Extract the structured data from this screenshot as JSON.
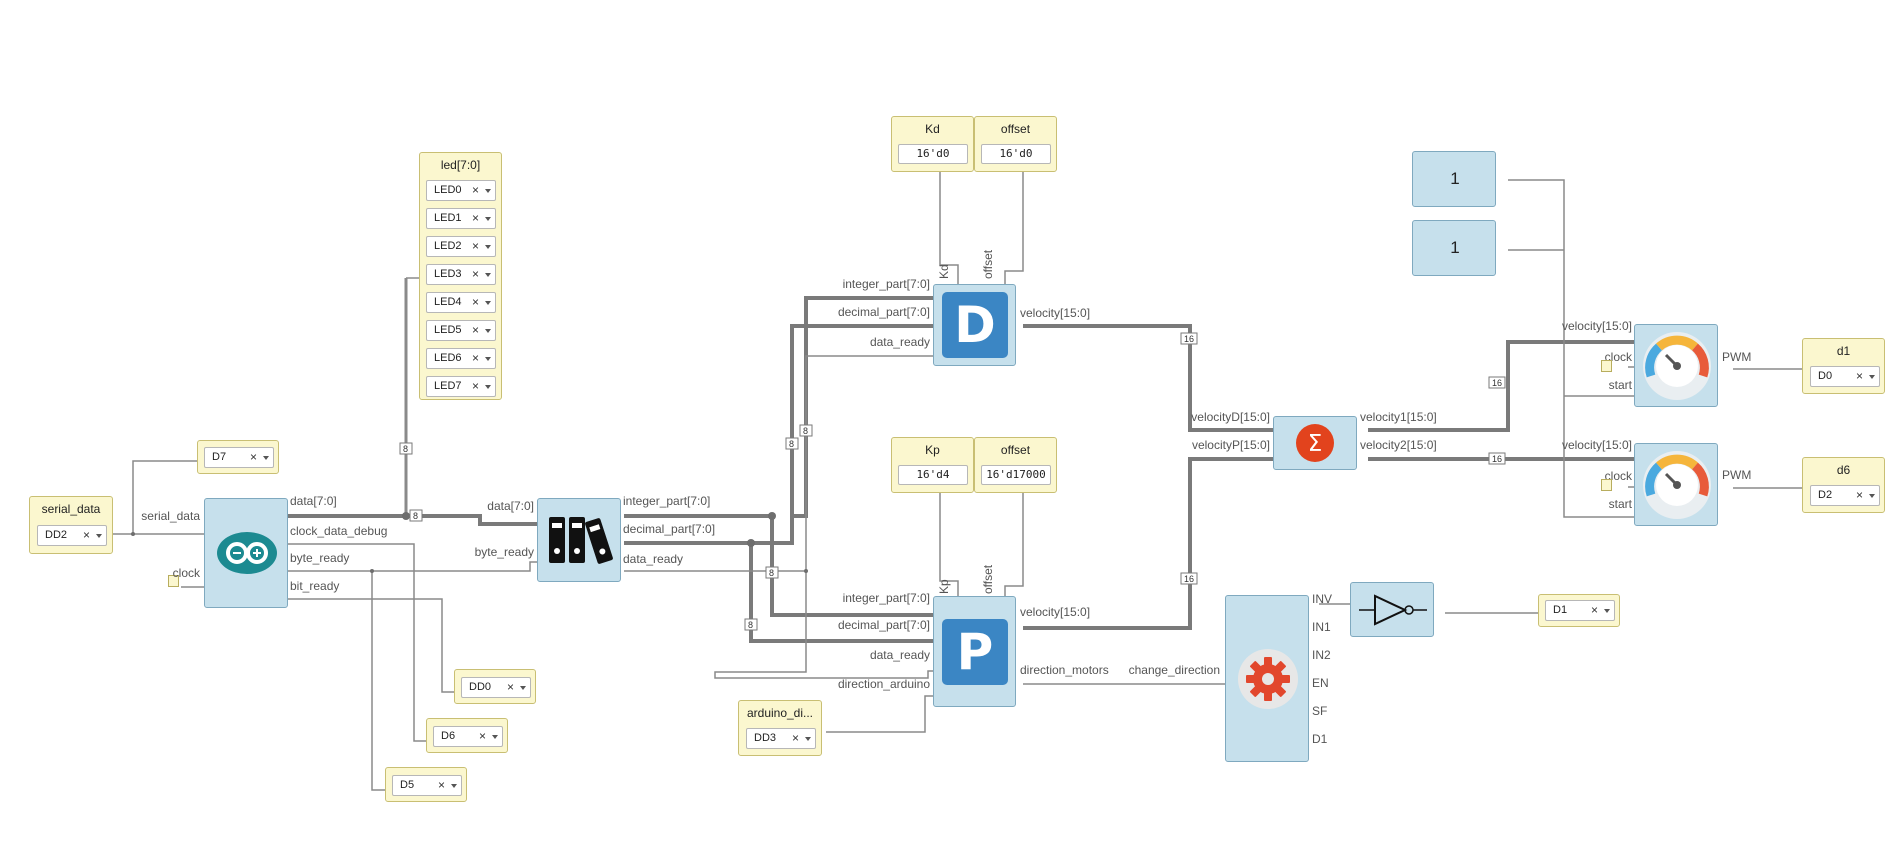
{
  "io": {
    "serial_data": {
      "title": "serial_data",
      "value": "DD2"
    },
    "d7": {
      "value": "D7"
    },
    "dd0": {
      "value": "DD0"
    },
    "d6_out": {
      "value": "D6"
    },
    "d5": {
      "value": "D5"
    },
    "led": {
      "title": "led[7:0]",
      "items": [
        "LED0",
        "LED1",
        "LED2",
        "LED3",
        "LED4",
        "LED5",
        "LED6",
        "LED7"
      ]
    },
    "arduino_dir": {
      "title": "arduino_di...",
      "value": "DD3"
    },
    "d1_out": {
      "value": "D1"
    },
    "pwm1": {
      "title": "d1",
      "value": "D0"
    },
    "pwm2": {
      "title": "d6",
      "value": "D2"
    }
  },
  "constants": {
    "kd": {
      "title": "Kd",
      "value": "16'd0"
    },
    "offset_d": {
      "title": "offset",
      "value": "16'd0"
    },
    "kp": {
      "title": "Kp",
      "value": "16'd4"
    },
    "offset_p": {
      "title": "offset",
      "value": "16'd17000"
    },
    "one_a": "1",
    "one_b": "1"
  },
  "blocks": {
    "arduino": {
      "ports_left": [
        "serial_data",
        "clock"
      ],
      "ports_right": [
        "data[7:0]",
        "clock_data_debug",
        "byte_ready",
        "bit_ready"
      ]
    },
    "splitter": {
      "ports_left": [
        "data[7:0]",
        "byte_ready"
      ],
      "ports_right": [
        "integer_part[7:0]",
        "decimal_part[7:0]",
        "data_ready"
      ]
    },
    "d_block": {
      "letter": "D",
      "ports_left": [
        "integer_part[7:0]",
        "decimal_part[7:0]",
        "data_ready"
      ],
      "ports_top": [
        "Kd",
        "offset"
      ],
      "ports_right": [
        "velocity[15:0]"
      ]
    },
    "p_block": {
      "letter": "P",
      "ports_left": [
        "integer_part[7:0]",
        "decimal_part[7:0]",
        "data_ready",
        "direction_arduino"
      ],
      "ports_top": [
        "Kp",
        "offset"
      ],
      "ports_right": [
        "velocity[15:0]",
        "direction_motors"
      ]
    },
    "sum": {
      "symbol": "Σ",
      "ports_left": [
        "velocityD[15:0]",
        "velocityP[15:0]"
      ],
      "ports_right": [
        "velocity1[15:0]",
        "velocity2[15:0]"
      ]
    },
    "motor_ctrl": {
      "ports_left": [
        "change_direction"
      ],
      "ports_right": [
        "INV",
        "IN1",
        "IN2",
        "EN",
        "SF",
        "D1"
      ]
    },
    "pwm_a": {
      "ports_left": [
        "velocity[15:0]",
        "clock",
        "start"
      ],
      "ports_right": [
        "PWM"
      ]
    },
    "pwm_b": {
      "ports_left": [
        "velocity[15:0]",
        "clock",
        "start"
      ],
      "ports_right": [
        "PWM"
      ]
    }
  },
  "bus_widths": {
    "w8": "8",
    "w16": "16"
  }
}
